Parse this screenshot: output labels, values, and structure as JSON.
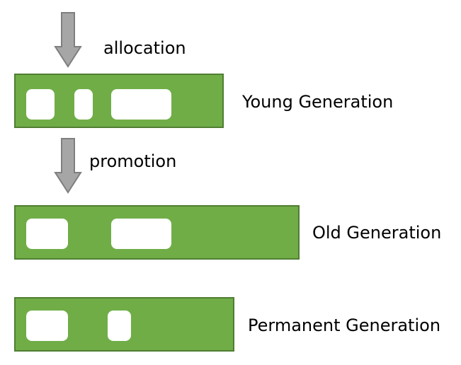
{
  "arrows": {
    "allocation": {
      "label": "allocation"
    },
    "promotion": {
      "label": "promotion"
    }
  },
  "generations": {
    "young": {
      "label": "Young Generation",
      "object_count": 3
    },
    "old": {
      "label": "Old Generation",
      "object_count": 2
    },
    "permanent": {
      "label": "Permanent Generation",
      "object_count": 2
    }
  },
  "colors": {
    "bar_fill": "#70ad47",
    "bar_border": "#507e32",
    "arrow_fill": "#a6a6a6",
    "arrow_border": "#7f7f7f",
    "object_fill": "#ffffff"
  }
}
